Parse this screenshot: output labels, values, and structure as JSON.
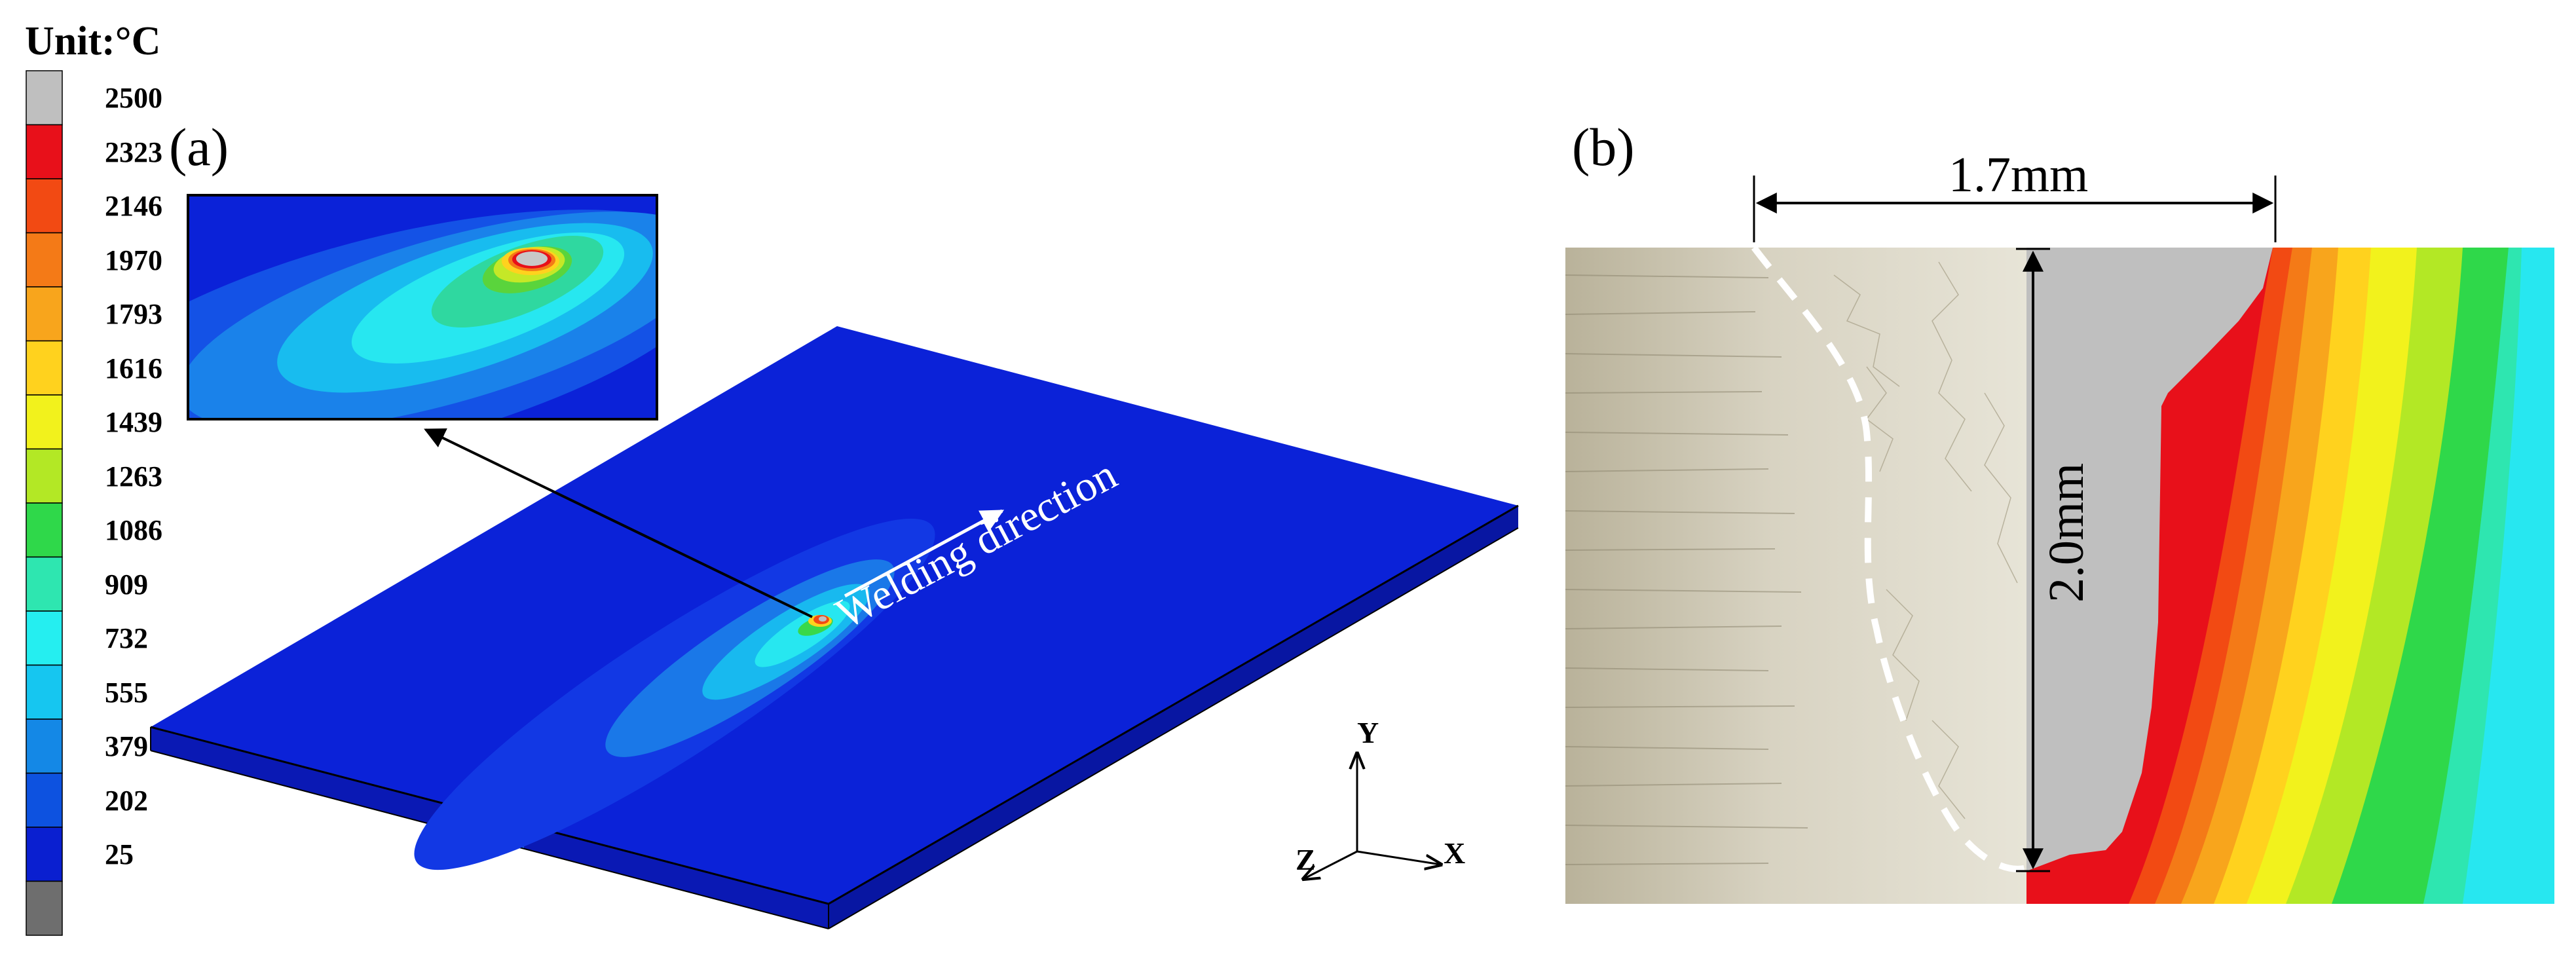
{
  "legend": {
    "title": "Unit:°C",
    "levels": [
      {
        "label": "2500",
        "color": "#bfbfbf"
      },
      {
        "label": "2323",
        "color": "#e8101a"
      },
      {
        "label": "2146",
        "color": "#f24a13"
      },
      {
        "label": "1970",
        "color": "#f47a17"
      },
      {
        "label": "1793",
        "color": "#f8a51c"
      },
      {
        "label": "1616",
        "color": "#ffd21e"
      },
      {
        "label": "1439",
        "color": "#f2f21c"
      },
      {
        "label": "1263",
        "color": "#b3e825"
      },
      {
        "label": "1086",
        "color": "#2fd84a"
      },
      {
        "label": "909",
        "color": "#2ee6b0"
      },
      {
        "label": "732",
        "color": "#25eef0"
      },
      {
        "label": "555",
        "color": "#16c6f0"
      },
      {
        "label": "379",
        "color": "#1488e6"
      },
      {
        "label": "202",
        "color": "#0d52e0"
      },
      {
        "label": "25",
        "color": "#0a1fd0"
      }
    ],
    "below_min_color": "#6e6e6e"
  },
  "panel_a": {
    "label": "(a)",
    "annotation": "Welding direction",
    "axes": {
      "y": "Y",
      "x": "X",
      "z": "Z"
    }
  },
  "panel_b": {
    "label": "(b)",
    "width_dimension": "1.7mm",
    "depth_dimension": "2.0mm"
  }
}
